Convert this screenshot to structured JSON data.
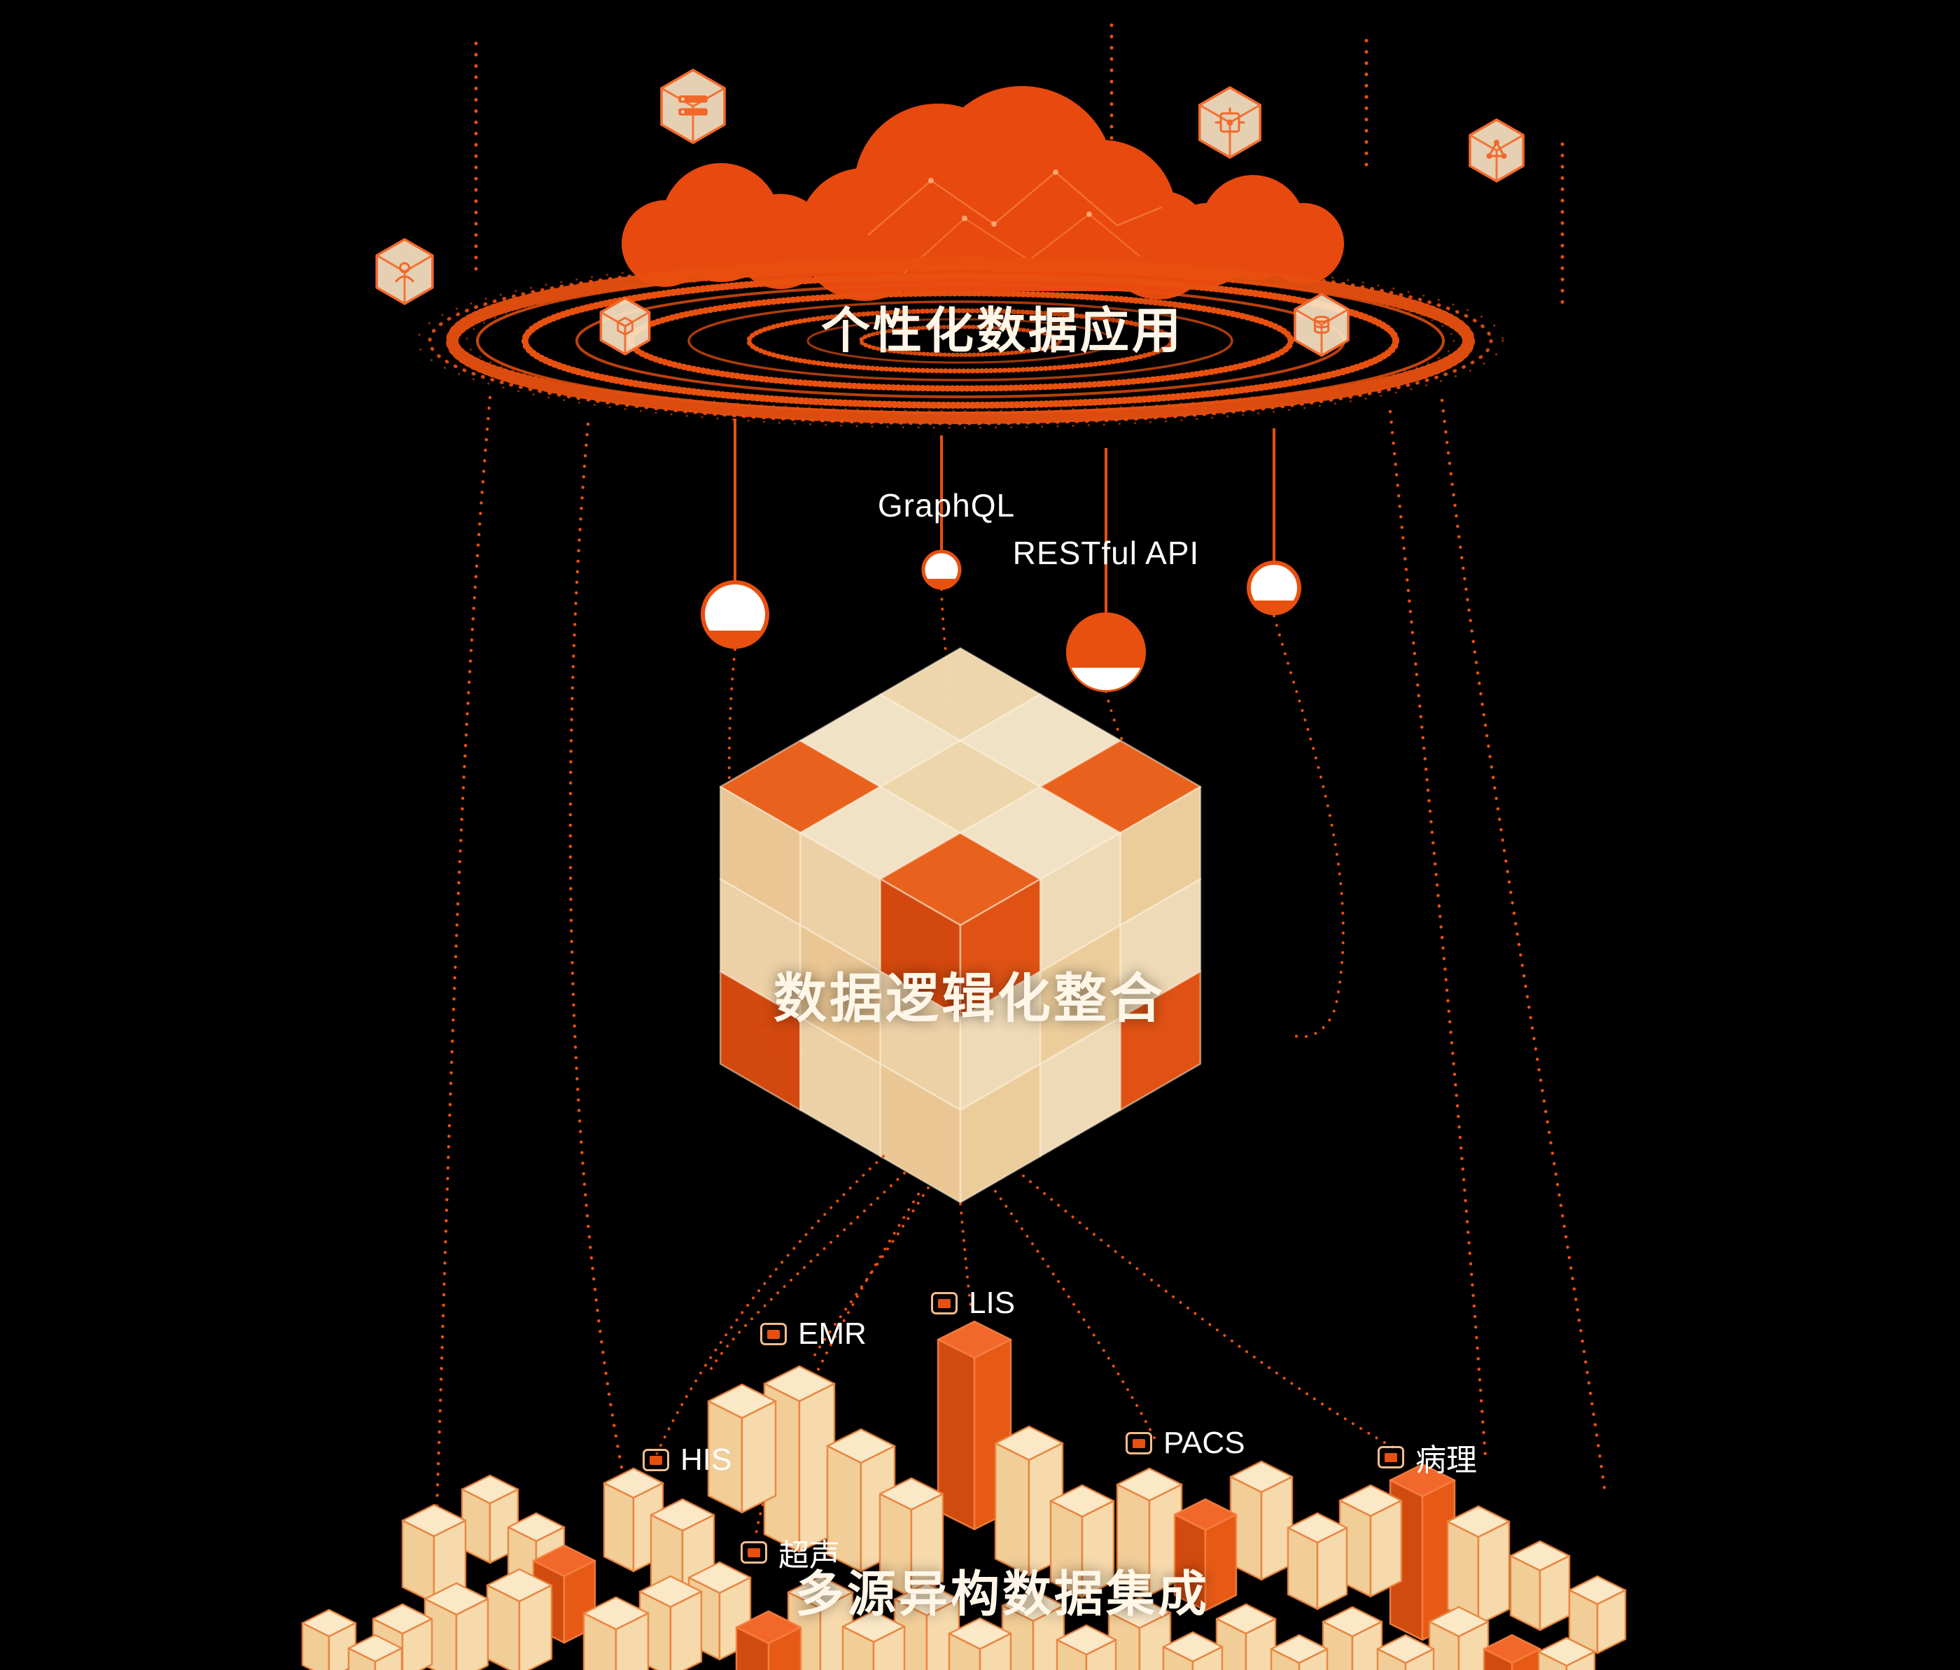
{
  "titles": {
    "top": "个性化数据应用",
    "middle": "数据逻辑化整合",
    "bottom": "多源异构数据集成"
  },
  "api_labels": {
    "graphql": "GraphQL",
    "restful": "RESTful API"
  },
  "data_sources": [
    {
      "label": "EMR"
    },
    {
      "label": "LIS"
    },
    {
      "label": "HIS"
    },
    {
      "label": "PACS"
    },
    {
      "label": "病理"
    },
    {
      "label": "超声"
    }
  ],
  "icons": [
    "server-cube-icon",
    "chip-cube-icon",
    "molecule-cube-icon",
    "user-cube-icon",
    "package-cube-icon",
    "database-cube-icon"
  ],
  "colors": {
    "background": "#000000",
    "accent": "#E8500F",
    "accent_bright": "#F2682A",
    "cream": "#F8E2B8",
    "cream_light": "#FBEDD3",
    "cream_dark": "#F3CF9A",
    "text": "#FFF6E8"
  }
}
